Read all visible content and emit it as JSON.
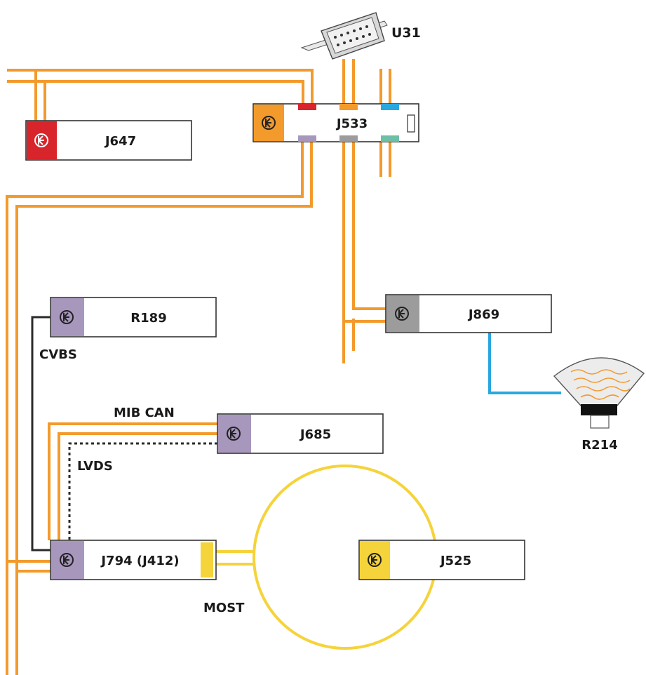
{
  "colors": {
    "bus_orange": "#f39a2c",
    "most_yellow": "#f5d33a",
    "signal_blue": "#29a8e0",
    "red": "#d8242b",
    "purple": "#a897bd",
    "grey": "#9c9c9c",
    "teal": "#6dbfa6",
    "line_dark": "#2a2a2a"
  },
  "modules": {
    "j647": {
      "label": "J647",
      "tab_color": "red"
    },
    "j533": {
      "label": "J533",
      "tab_color": "orange"
    },
    "r189": {
      "label": "R189",
      "tab_color": "purple"
    },
    "j869": {
      "label": "J869",
      "tab_color": "grey"
    },
    "j685": {
      "label": "J685",
      "tab_color": "purple"
    },
    "j794": {
      "label": "J794 (J412)",
      "tab_color": "purple"
    },
    "j525": {
      "label": "J525",
      "tab_color": "yellow"
    }
  },
  "components": {
    "u31": {
      "label": "U31",
      "icon": "diagnostic-connector"
    },
    "r214": {
      "label": "R214",
      "icon": "speaker"
    }
  },
  "signals": {
    "cvbs": "CVBS",
    "mib_can": "MIB CAN",
    "lvds": "LVDS",
    "most": "MOST"
  },
  "module_icon": "key-symbol"
}
